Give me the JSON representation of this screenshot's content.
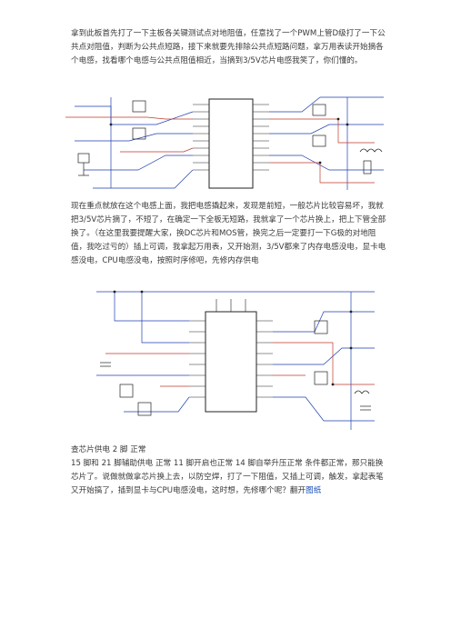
{
  "article": {
    "p1": "拿到此板首先打了一下主板各关键测试点对地阻值，任意找了一个PWM上管D级打了一下公共点对阻值，判断为公共点短路，接下来就要先排除公共点短路问题，拿万用表读开始摘各个电感，找看哪个电感与公共点阻值相近，当摘到3/5V芯片电感我笑了，你们懂的。",
    "p2": "现在重点就放在这个电感上面，我把电感撬起来，发现是前短，一般芯片比较容易坏，我就把3/5V芯片摘了，不短了，在确定一下全板无短路，我就拿了一个芯片换上，把上下管全部换了。（在这里我要提醒大家，换DC芯片和MOS管，换完之后一定要打一下G极的对地阻值，我吃过亏的）插上可调，我拿起万用表，又开始测，3/5V都来了内存电感没电，显卡电感没电，CPU电感没电，按照时序修吧，先修内存供电",
    "p3_line1": "查芯片供电 2 脚  正常",
    "p3_line2": "15 脚和 21 脚辅助供电  正常          11 脚开启也正常        14 脚自举升压正常        条件都正常，那只能换芯片了。说做就做拿芯片换上去，以防空焊，打了一下阻值，又插上可调，触发，拿起表笔又开始搞了，插到显卡与CPU电感没电，这时想，先修哪个呢？翻开",
    "p3_link": "图纸"
  },
  "figures": {
    "schematic_1": "3/5V power chip schematic",
    "schematic_2": "memory power chip schematic"
  },
  "colors": {
    "text": "#3a3a3a",
    "link": "#1a4fb5",
    "wire_blue": "#1f3fb0",
    "wire_red": "#c0392b",
    "wire_black": "#222222"
  }
}
